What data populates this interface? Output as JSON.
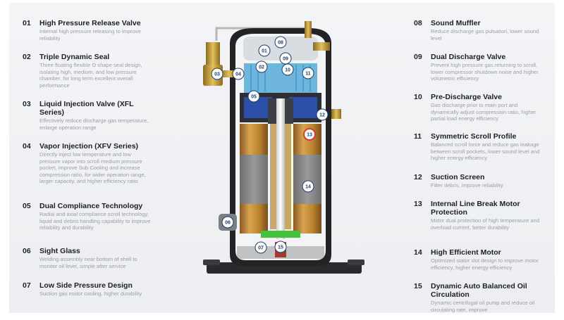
{
  "left_items": [
    {
      "num": "01",
      "title": "High Pressure Release Valve",
      "desc": "Internal high pressure releasing to improve reliability"
    },
    {
      "num": "02",
      "title": "Triple Dynamic Seal",
      "desc": "Three floating flexible O shape seal design, isolating high, medium, and low pressure chamber, for long term excellent overall performance"
    },
    {
      "num": "03",
      "title": "Liquid Injection Valve (XFL Series)",
      "desc": "Effectively reduce discharge gas temperature, enlarge operation range"
    },
    {
      "num": "04",
      "title": "Vapor Injection (XFV Series)",
      "desc": "Directly inject low temperature and low pressure vapor into scroll medium pressure pocket, improve Sub Cooling and increase compression ratio, for wider operation range, larger capacity, and higher efficiency ratio"
    },
    {
      "num": "05",
      "title": "Dual Compliance Technology",
      "desc": "Radial and axial compliance scroll technology, liquid and debris handling capability to improve reliability and durability"
    },
    {
      "num": "06",
      "title": "Sight Glass",
      "desc": "Welding assembly near bottom of shell to monitor oil level, simple after service"
    },
    {
      "num": "07",
      "title": "Low Side Pressure Design",
      "desc": "Suction gas motor cooling, higher durability"
    }
  ],
  "right_items": [
    {
      "num": "08",
      "title": "Sound Muffler",
      "desc": "Reduce discharge gas pulsation, lower sound level"
    },
    {
      "num": "09",
      "title": "Dual Discharge Valve",
      "desc": "Prevent high pressure gas returning to scroll, lower compressor shutdown noise and higher volumetric efficiency"
    },
    {
      "num": "10",
      "title": "Pre-Discharge Valve",
      "desc": "Gas discharge prior to main port and dynamically adjust compression ratio, higher partial load energy efficiency"
    },
    {
      "num": "11",
      "title": "Symmetric Scroll Profile",
      "desc": "Balanced scroll force and reduce gas leakage between scroll pockets, lower sound level and higher energy efficiency"
    },
    {
      "num": "12",
      "title": "Suction Screen",
      "desc": "Filter debris, improve reliability"
    },
    {
      "num": "13",
      "title": "Internal Line Break Motor Protection",
      "desc": "Motor dual protection of high temperature and overload current, better durability"
    },
    {
      "num": "14",
      "title": "High Efficient Motor",
      "desc": "Optimized stator slot design to improve motor efficiency, higher energy efficiency"
    },
    {
      "num": "15",
      "title": "Dynamic Auto Balanced Oil Circulation",
      "desc": "Dynamic centrifugal oil pump and reduce oil circulating rate, improve"
    }
  ],
  "badges": [
    "01",
    "02",
    "03",
    "04",
    "05",
    "06",
    "07",
    "08",
    "09",
    "10",
    "11",
    "12",
    "13",
    "14",
    "15"
  ]
}
